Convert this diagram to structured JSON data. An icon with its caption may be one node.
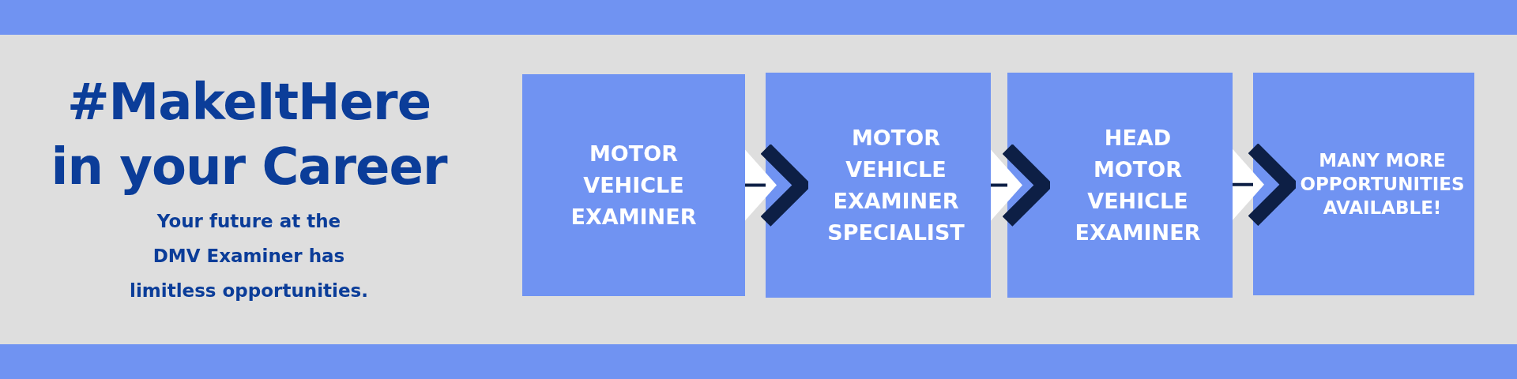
{
  "diagram": {
    "title": "#MakeItHere in your Career",
    "nodes": [
      {
        "text": [
          "MOTOR VEHICLE EXAMINER"
        ]
      },
      {
        "text": [
          "MOTOR VEHICLE EXAMINER SPECIALIST"
        ]
      },
      {
        "text": [
          "HEAD MOTOR VEHICLE EXAMINER"
        ]
      },
      {
        "text": [
          "MANY MORE OPPORTUNITIES AVAILABLE!"
        ]
      }
    ],
    "edges": [
      {
        "from": 0,
        "to": 1,
        "arrow": "to"
      },
      {
        "from": 1,
        "to": 2,
        "arrow": "to"
      },
      {
        "from": 2,
        "to": 3,
        "arrow": "to"
      }
    ],
    "labels": [
      "Your future at the DMV Examiner has limitless opportunities."
    ]
  }
}
